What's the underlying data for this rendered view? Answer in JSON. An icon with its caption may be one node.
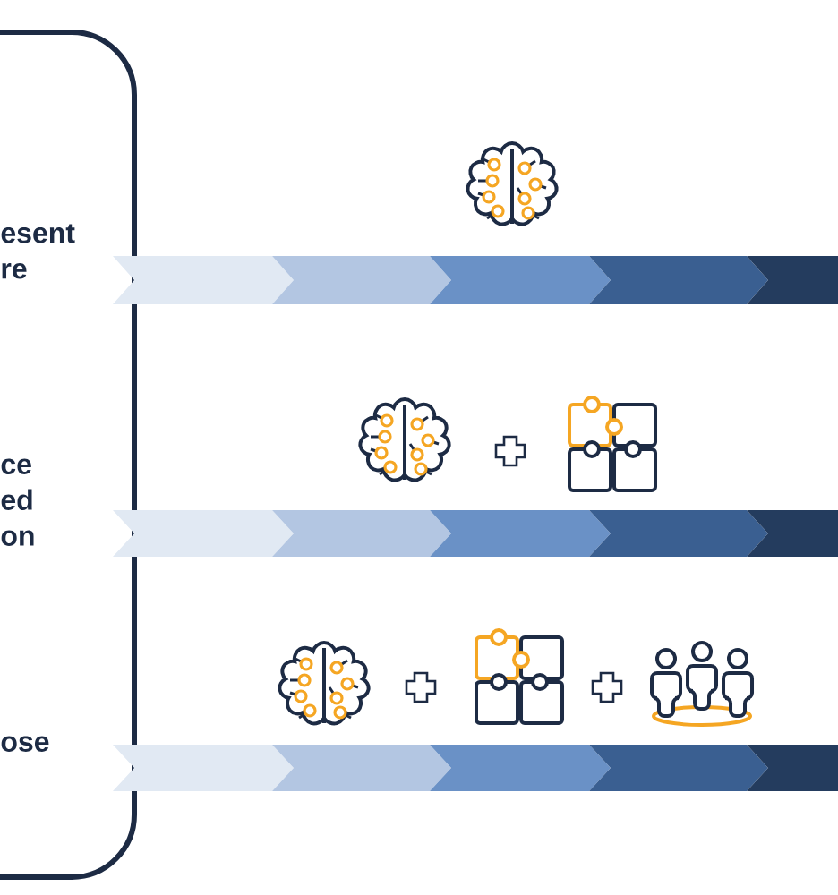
{
  "diagram": {
    "labels": [
      "esent re",
      "ce ed on",
      "ose"
    ]
  }
}
